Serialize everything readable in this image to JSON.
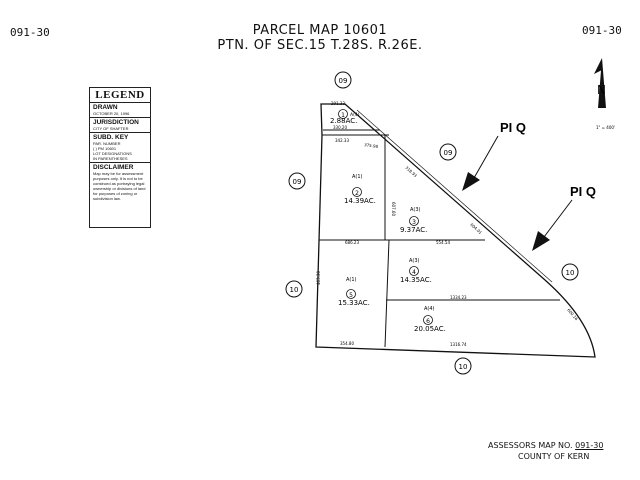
{
  "header": {
    "title_line1": "PARCEL MAP 10601",
    "title_line2": "PTN. OF SEC.15 T.28S. R.26E.",
    "page_left": "091-30",
    "page_right": "091-30"
  },
  "legend": {
    "title": "LEGEND",
    "drawn_label": "DRAWN",
    "drawn_date": "OCTOBER 20, 1996",
    "jurisdiction_label": "JURISDICTION",
    "jurisdiction_value": "CITY OF SHAFTER",
    "subd_key_label": "SUBD. KEY",
    "subd_key_a": "PAR. NUMBER",
    "subd_key_b": "( ) PM 10601",
    "subd_key_c": "LOT DESIGNATIONS",
    "subd_key_d": "IN PARENTHESES",
    "disclaimer_label": "DISCLAIMER",
    "disclaimer_text": "Map may be for assessment purposes only. It is not to be construed as portraying legal ownership or divisions of land for purposes of zoning or subdivision law."
  },
  "north_arrow": {
    "letter": "N",
    "scale": "1\" = 400'"
  },
  "annotations": {
    "piq_1": "PI Q",
    "piq_2": "PI Q"
  },
  "map_sheet_refs": {
    "top": "09",
    "upper_right": "09",
    "left": "09",
    "right": "10",
    "lower_left": "10",
    "bottom": "10"
  },
  "parcels": [
    {
      "number": "1",
      "lot": "A(4)",
      "acres": "2.88AC."
    },
    {
      "number": "2",
      "lot": "A(1)",
      "acres": "14.39AC."
    },
    {
      "number": "3",
      "lot": "A(3)",
      "acres": "9.37AC."
    },
    {
      "number": "4",
      "lot": "A(3)",
      "acres": "14.35AC."
    },
    {
      "number": "5",
      "lot": "A(1)",
      "acres": "15.33AC."
    },
    {
      "number": "6",
      "lot": "A(4)",
      "acres": "20.05AC."
    }
  ],
  "dimensions": [
    "291.33",
    "330.20",
    "342.33",
    "375.98",
    "318.93",
    "604.01",
    "686.23",
    "554.54",
    "1334.23",
    "354.80",
    "1316.74",
    "607.60",
    "463.30",
    "600.16"
  ],
  "footer": {
    "assessors_label": "ASSESSORS MAP NO.",
    "assessors_number": "091-30",
    "county": "COUNTY OF KERN"
  }
}
